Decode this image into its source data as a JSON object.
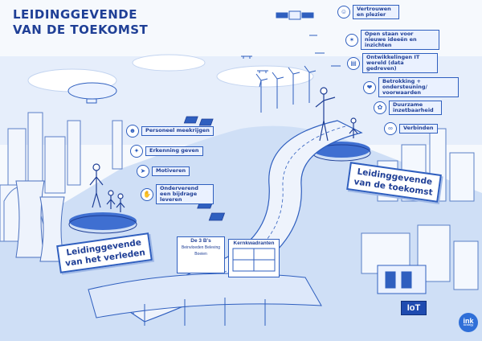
{
  "title": {
    "line1": "LEIDINGGEVENDE",
    "line2": "VAN DE TOEKOMST"
  },
  "past": {
    "banner": [
      "Leidinggevende",
      "van het verleden"
    ],
    "items": [
      {
        "label": "Personeel meekrijgen",
        "icon": "people-icon"
      },
      {
        "label": "Erkenning geven",
        "icon": "handshake-icon"
      },
      {
        "label": "Motiveren",
        "icon": "rocket-icon"
      },
      {
        "label": "Onderverend een bijdrage leveren",
        "icon": "hand-icon"
      }
    ]
  },
  "future": {
    "banner": [
      "Leidinggevende",
      "van de toekomst"
    ],
    "items": [
      {
        "label": "Vertrouwen en plezier",
        "icon": "smile-icon"
      },
      {
        "label": "Open staan voor nieuwe ideeën en inzichten",
        "icon": "bulb-icon"
      },
      {
        "label": "Ontwikkelingen IT wereld (data gedreven)",
        "icon": "chart-icon"
      },
      {
        "label": "Betrokking + ondersteuning/ voorwaarden",
        "icon": "support-icon"
      },
      {
        "label": "Duurzame inzetbaarheid",
        "icon": "leaf-icon"
      },
      {
        "label": "Verbinden",
        "icon": "link-icon"
      }
    ]
  },
  "board_3b": {
    "title": "De 3 B's",
    "words": [
      "Beinvloeden",
      "Beleving",
      "Boeien"
    ]
  },
  "board_kern": {
    "title": "Kernkwadranten"
  },
  "iot_label": "IoT",
  "brand": {
    "name": "ink",
    "sub": "strategy"
  },
  "colors": {
    "ink": "#1f3f96",
    "accent": "#2f5fbf",
    "sky": "#dbe7fa",
    "water": "#b9d0f2"
  }
}
